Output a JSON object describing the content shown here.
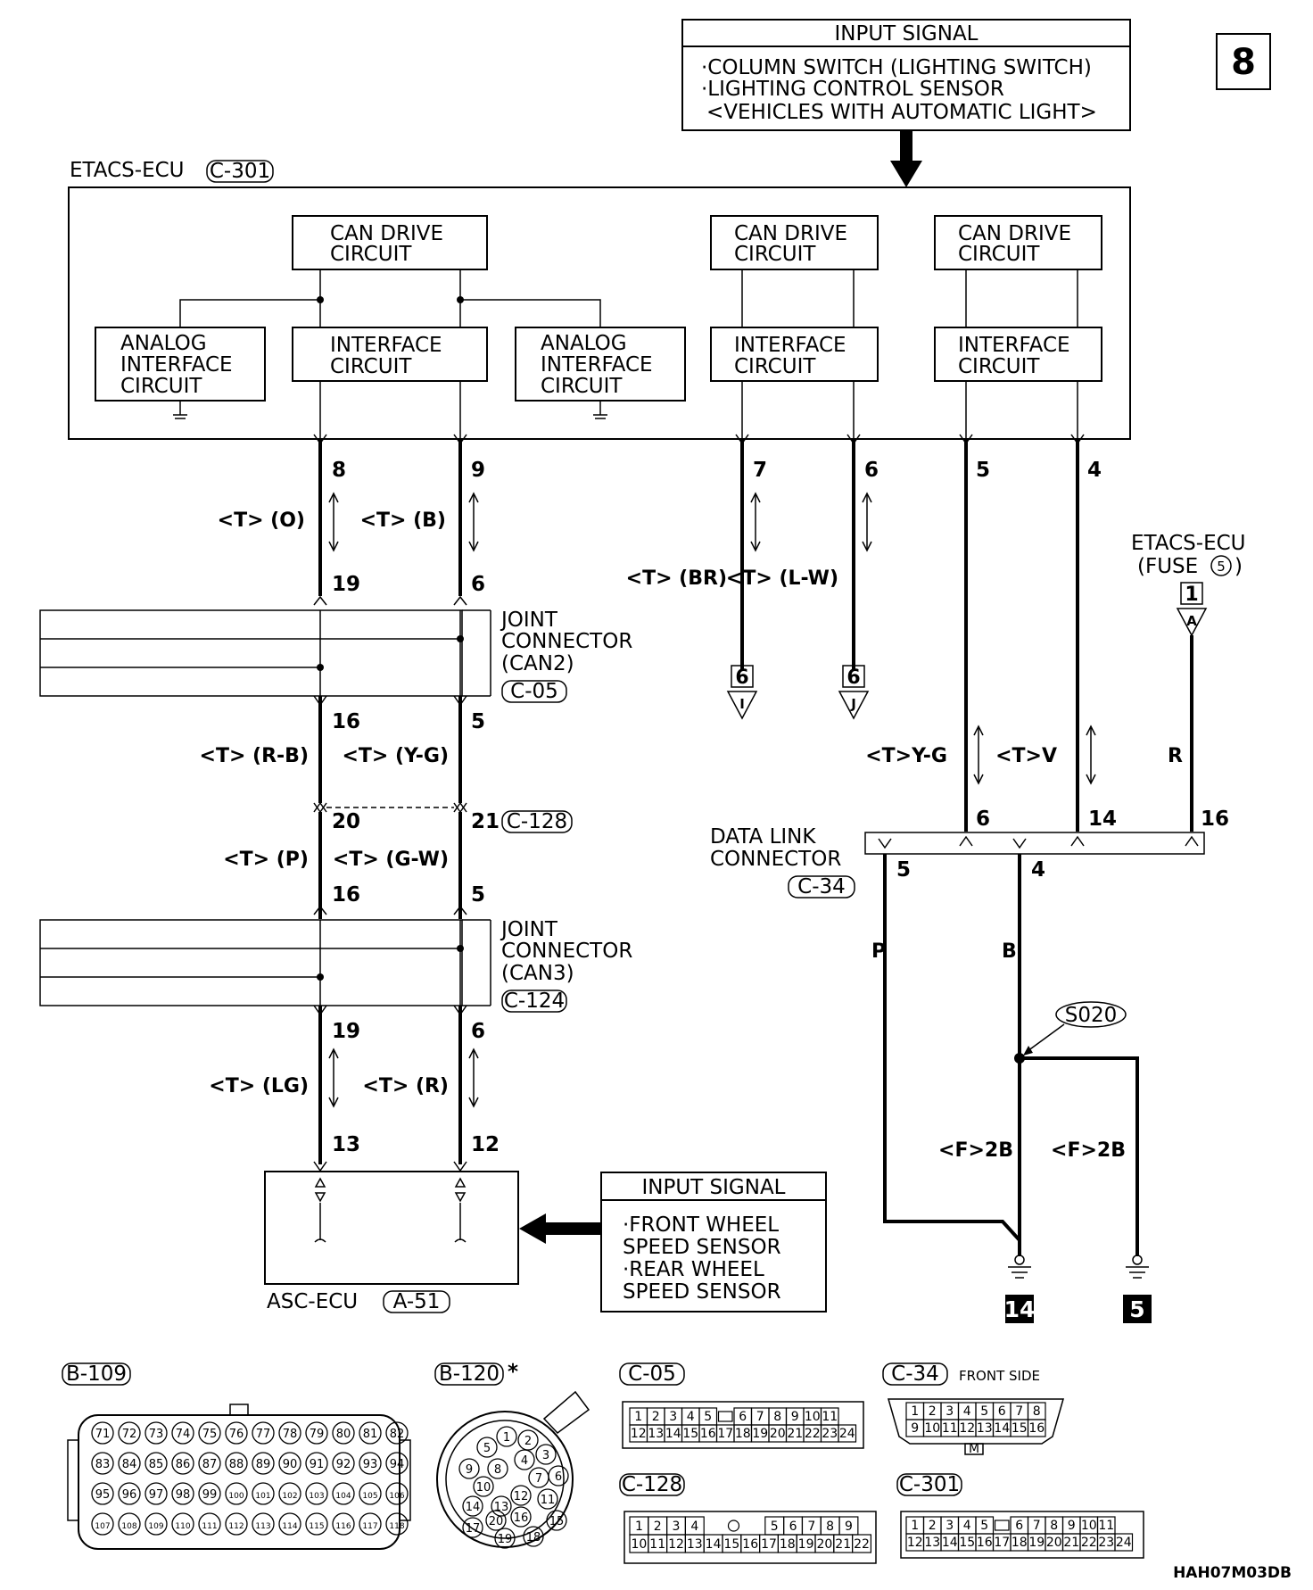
{
  "page_number": "8",
  "figure_code": "HAH07M03DB",
  "top_input": {
    "title": "INPUT SIGNAL",
    "lines": [
      "·COLUMN SWITCH (LIGHTING SWITCH)",
      "·LIGHTING CONTROL SENSOR",
      "<VEHICLES WITH AUTOMATIC LIGHT>"
    ]
  },
  "etacs": {
    "label": "ETACS-ECU",
    "connector": "C-301",
    "can_drive": [
      "CAN DRIVE",
      "CIRCUIT"
    ],
    "interface": [
      "INTERFACE",
      "CIRCUIT"
    ],
    "analog": [
      "ANALOG",
      "INTERFACE",
      "CIRCUIT"
    ]
  },
  "pins": {
    "p8": "8",
    "p9": "9",
    "p7": "7",
    "p6": "6",
    "p5": "5",
    "p4": "4",
    "jc2_19": "19",
    "jc2_6": "6",
    "jc2_16": "16",
    "jc2_5": "5",
    "c128_20": "20",
    "c128_21": "21",
    "jc3_16": "16",
    "jc3_5": "5",
    "jc3_19": "19",
    "jc3_6": "6",
    "asc_13": "13",
    "asc_12": "12",
    "dlc_6": "6",
    "dlc_14": "14",
    "dlc_16": "16",
    "dlc_5": "5",
    "dlc_4": "4"
  },
  "wires": {
    "w_t_o": "<T> (O)",
    "w_t_b": "<T> (B)",
    "w_t_br": "<T> (BR)",
    "w_t_lw": "<T> (L-W)",
    "w_t_rb": "<T> (R-B)",
    "w_t_yg": "<T> (Y-G)",
    "w_t_p": "<T> (P)",
    "w_t_gw": "<T> (G-W)",
    "w_t_lg": "<T> (LG)",
    "w_t_r": "<T> (R)",
    "w_t_yg2": "<T>Y-G",
    "w_t_v": "<T>V",
    "w_r": "R",
    "w_p": "P",
    "w_b": "B",
    "w_f2b_1": "<F>2B",
    "w_f2b_2": "<F>2B"
  },
  "joint_can2": {
    "lines": [
      "JOINT",
      "CONNECTOR",
      "(CAN2)"
    ],
    "connector": "C-05"
  },
  "joint_can3": {
    "lines": [
      "JOINT",
      "CONNECTOR",
      "(CAN3)"
    ],
    "connector": "C-124"
  },
  "c128": "C-128",
  "fuse": {
    "lines": [
      "ETACS-ECU",
      "(FUSE"
    ],
    "fuse_no": "5",
    "box_no": "1",
    "arrow": "A"
  },
  "offpage": {
    "box_i": "6",
    "letter_i": "I",
    "box_j": "6",
    "letter_j": "J"
  },
  "dlc": {
    "lines": [
      "DATA LINK",
      "CONNECTOR"
    ],
    "connector": "C-34"
  },
  "splice": "S020",
  "grounds": {
    "g14": "14",
    "g5": "5"
  },
  "asc": {
    "label": "ASC-ECU",
    "connector": "A-51"
  },
  "bottom_input": {
    "title": "INPUT SIGNAL",
    "lines": [
      "·FRONT WHEEL",
      " SPEED SENSOR",
      "·REAR WHEEL",
      " SPEED SENSOR"
    ]
  },
  "connectors": {
    "b109": {
      "name": "B-109",
      "rows": [
        [
          "71",
          "72",
          "73",
          "74",
          "75",
          "76",
          "77",
          "78",
          "79",
          "80",
          "81",
          "82"
        ],
        [
          "83",
          "84",
          "85",
          "86",
          "87",
          "88",
          "89",
          "90",
          "91",
          "92",
          "93",
          "94"
        ],
        [
          "95",
          "96",
          "97",
          "98",
          "99",
          "100",
          "101",
          "102",
          "103",
          "104",
          "105",
          "106"
        ],
        [
          "107",
          "108",
          "109",
          "110",
          "111",
          "112",
          "113",
          "114",
          "115",
          "116",
          "117",
          "118"
        ]
      ]
    },
    "b120": {
      "name": "B-120",
      "mark": "*",
      "pins": [
        "1",
        "2",
        "3",
        "4",
        "5",
        "6",
        "7",
        "8",
        "9",
        "10",
        "11",
        "12",
        "13",
        "14",
        "15",
        "16",
        "17",
        "18",
        "19",
        "20"
      ]
    },
    "c05": {
      "name": "C-05",
      "row1": [
        "1",
        "2",
        "3",
        "4",
        "5",
        "",
        "6",
        "7",
        "8",
        "9",
        "10",
        "11"
      ],
      "row2": [
        "12",
        "13",
        "14",
        "15",
        "16",
        "17",
        "18",
        "19",
        "20",
        "21",
        "22",
        "23",
        "24"
      ]
    },
    "c34": {
      "name": "C-34",
      "side": "FRONT SIDE",
      "row1": [
        "1",
        "2",
        "3",
        "4",
        "5",
        "6",
        "7",
        "8"
      ],
      "row2": [
        "9",
        "10",
        "11",
        "12",
        "13",
        "14",
        "15",
        "16"
      ],
      "key": "M"
    },
    "c128": {
      "name": "C-128",
      "row1": [
        "1",
        "2",
        "3",
        "4",
        "",
        "5",
        "6",
        "7",
        "8",
        "9"
      ],
      "row2": [
        "10",
        "11",
        "12",
        "13",
        "14",
        "15",
        "16",
        "17",
        "18",
        "19",
        "20",
        "21",
        "22"
      ]
    },
    "c301": {
      "name": "C-301",
      "row1": [
        "1",
        "2",
        "3",
        "4",
        "5",
        "",
        "6",
        "7",
        "8",
        "9",
        "10",
        "11"
      ],
      "row2": [
        "12",
        "13",
        "14",
        "15",
        "16",
        "17",
        "18",
        "19",
        "20",
        "21",
        "22",
        "23",
        "24"
      ]
    }
  }
}
